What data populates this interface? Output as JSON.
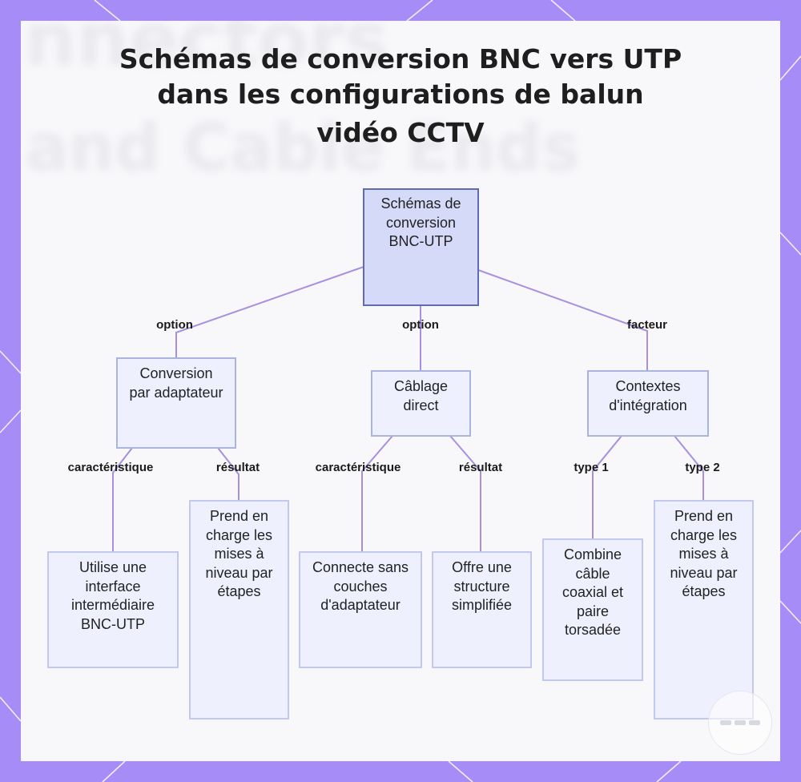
{
  "title_lines": [
    "Schémas de conversion BNC vers UTP",
    "dans les configurations de balun",
    "vidéo CCTV"
  ],
  "background_text": [
    "nnectors",
    "and Cable Ends"
  ],
  "colors": {
    "frame": "#a58cf6",
    "card": "#f8f8fb",
    "node_fill": "#eef0fd",
    "node_border": "#aab4df",
    "root_fill": "#d6daf9",
    "root_border": "#5f6db0",
    "edge": "#a890e0"
  },
  "nodes": {
    "root": "Schémas de conversion BNC-UTP",
    "adapter": "Conversion par adaptateur",
    "direct": "Câblage direct",
    "contexts": "Contextes d'intégration",
    "adapter_feature": "Utilise une interface intermédiaire BNC-UTP",
    "adapter_result": "Prend en charge les mises à niveau par étapes",
    "direct_feature": "Connecte sans couches d'adaptateur",
    "direct_result": "Offre une structure simplifiée",
    "type1_leaf": "Combine câble coaxial et paire torsadée",
    "type2_leaf": "Prend en charge les mises à niveau par étapes"
  },
  "edge_labels": {
    "root_adapter": "option",
    "root_direct": "option",
    "root_contexts": "facteur",
    "adapter_feature": "caractéristique",
    "adapter_result": "résultat",
    "direct_feature": "caractéristique",
    "direct_result": "résultat",
    "contexts_type1": "type 1",
    "contexts_type2": "type 2"
  }
}
